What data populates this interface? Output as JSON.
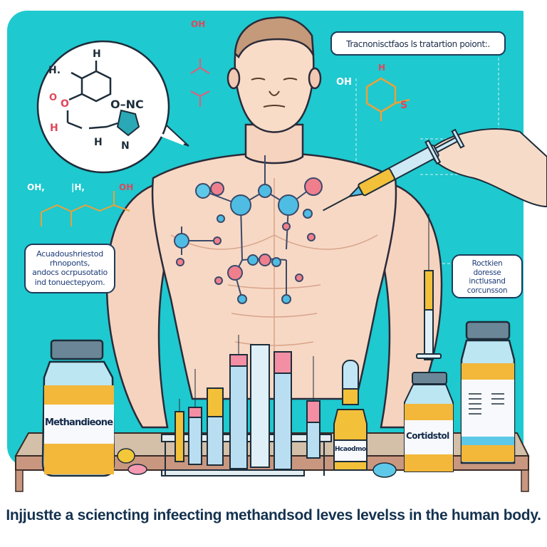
{
  "illustration": {
    "background_color": "#1ec9cf",
    "table_color": "#c99a84",
    "callouts": {
      "top_right": "Tracnonisctfaos ls tratartion poiont:.",
      "left_lines": [
        "Acuadoushriestod",
        "rhnoponts,",
        "andocs ocrpusotatio",
        "ind tonuectepyom."
      ],
      "right_lines": [
        "Roctkien",
        "doresse",
        "inctlusand",
        "corcunsson"
      ]
    },
    "molecule_bubble": {
      "labels": [
        "H",
        "H.",
        "O",
        "O",
        "H",
        "H",
        "O–NC",
        "N"
      ]
    },
    "chem_labels": {
      "oh_top": "OH",
      "oh_right": "OH",
      "h_right": "H",
      "s_label": "S",
      "left_oh": "OH,",
      "left_h": "|H,",
      "left_oh_red": "OH"
    },
    "vials": [
      {
        "name": "methandienone",
        "label": "Methandieone"
      },
      {
        "name": "small-ampoule",
        "label": "Hcaodmo"
      },
      {
        "name": "cortisol",
        "label": "Cortidstol"
      },
      {
        "name": "large-vial",
        "label": ""
      }
    ]
  },
  "caption": "Injjustte a  sciencting infeecting  methandsod leves levelss in the human body."
}
